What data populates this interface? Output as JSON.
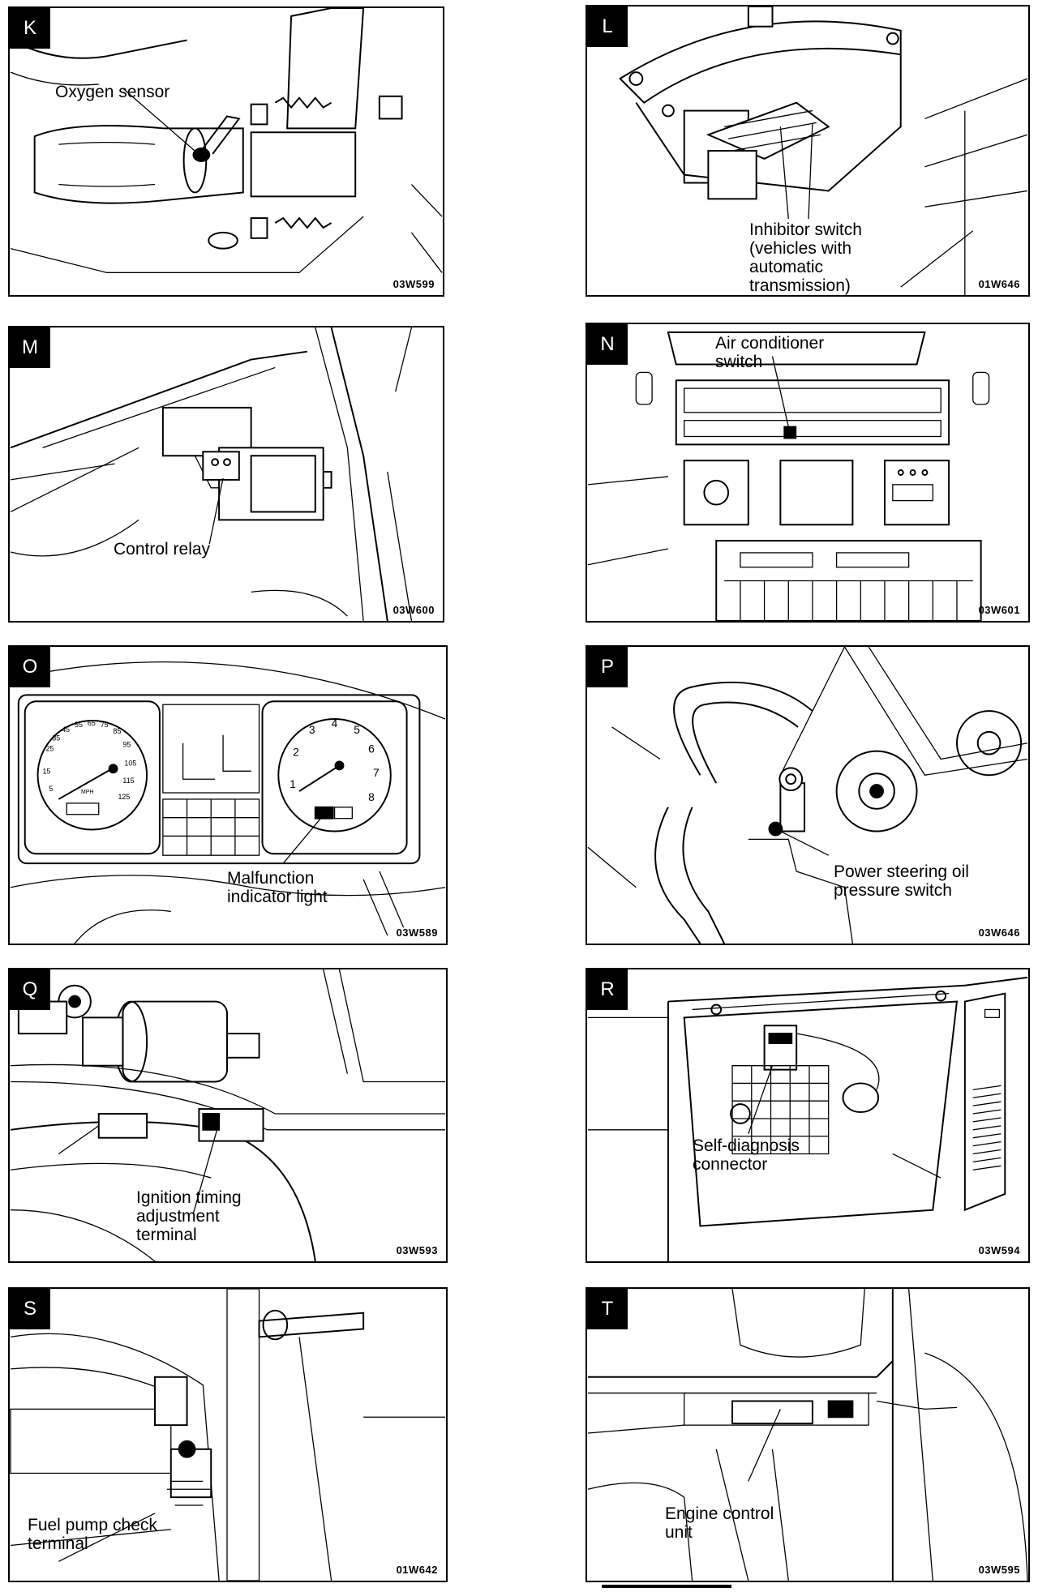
{
  "panels": {
    "k": {
      "letter": "K",
      "code": "03W599",
      "label_lines": [
        "Oxygen sensor"
      ]
    },
    "l": {
      "letter": "L",
      "code": "01W646",
      "label_lines": [
        "Inhibitor switch",
        "(vehicles with",
        "automatic",
        "transmission)"
      ]
    },
    "m": {
      "letter": "M",
      "code": "03W600",
      "label_lines": [
        "Control relay"
      ]
    },
    "n": {
      "letter": "N",
      "code": "03W601",
      "label_lines": [
        "Air conditioner",
        "switch"
      ]
    },
    "o": {
      "letter": "O",
      "code": "03W589",
      "label_lines": [
        "Malfunction",
        "indicator light"
      ],
      "speedo_ticks": [
        "25",
        "35",
        "45",
        "55",
        "65",
        "75",
        "85",
        "95",
        "105",
        "115",
        "125",
        "15",
        "5"
      ],
      "tacho_ticks": [
        "1",
        "2",
        "3",
        "4",
        "5",
        "6",
        "7",
        "8"
      ],
      "speedo_unit": "MPH"
    },
    "p": {
      "letter": "P",
      "code": "03W646",
      "label_lines": [
        "Power steering oil",
        "pressure switch"
      ]
    },
    "q": {
      "letter": "Q",
      "code": "03W593",
      "label_lines": [
        "Ignition timing",
        "adjustment",
        "terminal"
      ]
    },
    "r": {
      "letter": "R",
      "code": "03W594",
      "label_lines": [
        "Self-diagnosis",
        "connector"
      ]
    },
    "s": {
      "letter": "S",
      "code": "01W642",
      "label_lines": [
        "Fuel pump check",
        "terminal"
      ]
    },
    "t": {
      "letter": "T",
      "code": "03W595",
      "label_lines": [
        "Engine control",
        "unit"
      ]
    }
  }
}
